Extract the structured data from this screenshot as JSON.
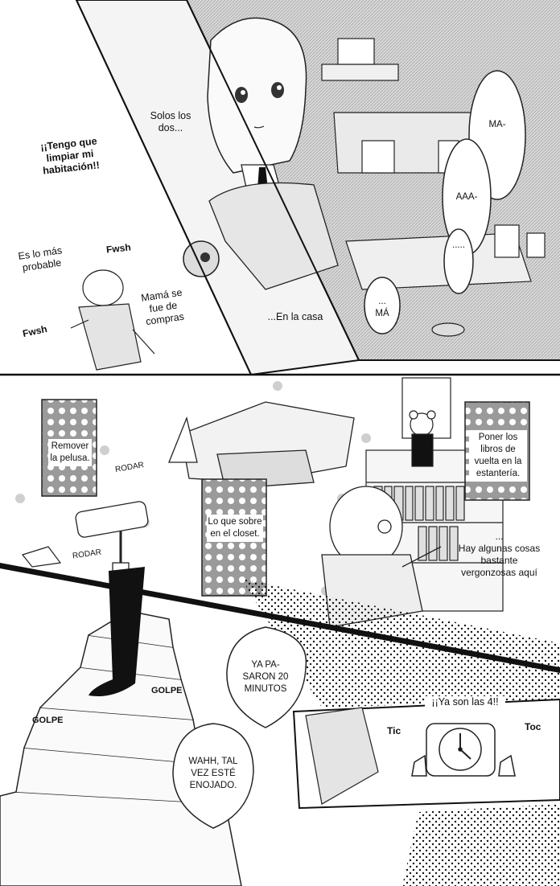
{
  "page": {
    "background": "#ffffff",
    "ink": "#111111",
    "screentone": "#bdbdbd"
  },
  "panel1": {
    "shout": "¡¡Tengo que limpiar mi habitación!!",
    "probable": "Es lo más probable",
    "sfx_fwsh_top": "Fwsh",
    "sfx_fwsh_bottom": "Fwsh",
    "mom": "Mamá se fue de compras",
    "alone": "Solos los dos...",
    "house": "...En la casa",
    "ma": "MA-",
    "aaa": "AAA-",
    "dots": ".....",
    "ma_small": "...\nMÁ"
  },
  "panel2": {
    "note_remove": "Remover la pelusa.",
    "sfx_rodar_1": "RODAR",
    "sfx_rodar_2": "RODAR",
    "note_closet": "Lo que sobre en el closet.",
    "note_books": "Poner los libros de vuelta en la estantería.",
    "embarrassing": "...\nHay algunas cosas bastante vergonzosas aquí"
  },
  "panel3": {
    "sfx_golpe_1": "GOLPE",
    "sfx_golpe_2": "GOLPE",
    "minutes": "YA PA-\nSARON 20\nMINUTOS",
    "angry": "WAHH, TAL\nVEZ ESTÉ\nENOJADO.",
    "four": "¡¡Ya son las 4!!",
    "sfx_tic": "Tic",
    "sfx_toc": "Toc"
  }
}
